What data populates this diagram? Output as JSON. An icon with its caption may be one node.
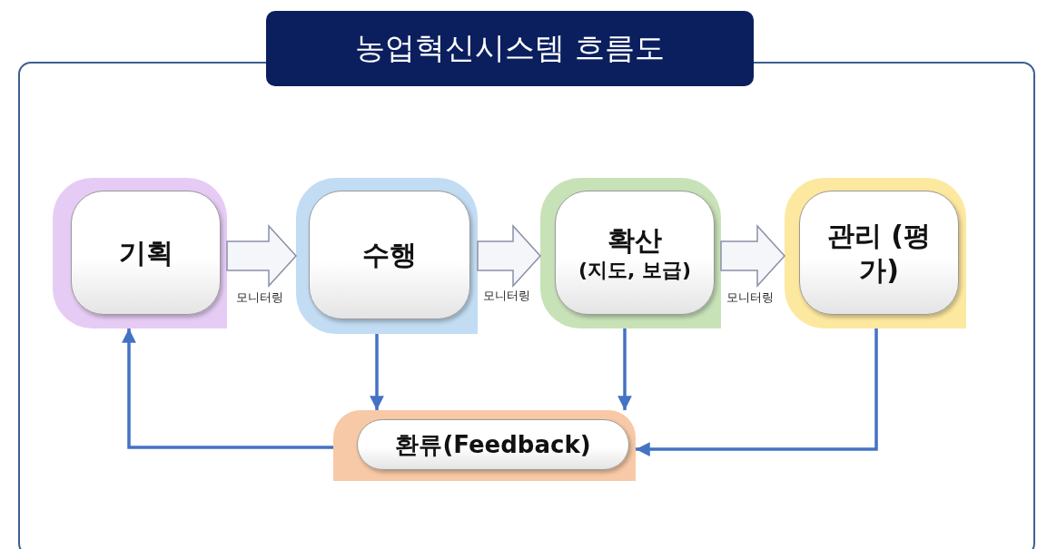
{
  "diagram": {
    "title": "농업혁신시스템 흐름도",
    "nodes": [
      {
        "text": [
          "기획"
        ]
      },
      {
        "text": [
          "수행"
        ]
      },
      {
        "text": [
          "확산",
          "(지도, 보급)"
        ]
      },
      {
        "text": [
          "관리 (평가)"
        ]
      },
      {
        "text": [
          "환류(Feedback)"
        ]
      }
    ],
    "edges": [
      {
        "from": 0,
        "to": 1,
        "arrow": "to",
        "label": "모니터링",
        "style": "thick",
        "color": "#8a90a8"
      },
      {
        "from": 1,
        "to": 2,
        "arrow": "to",
        "label": "모니터링",
        "style": "thick",
        "color": "#8a90a8"
      },
      {
        "from": 2,
        "to": 3,
        "arrow": "to",
        "label": "모니터링",
        "style": "thick",
        "color": "#8a90a8"
      },
      {
        "from": 1,
        "to": 4,
        "arrow": "to"
      },
      {
        "from": 2,
        "to": 4,
        "arrow": "to"
      },
      {
        "from": 3,
        "to": 4,
        "arrow": "to"
      },
      {
        "from": 4,
        "to": 0,
        "arrow": "to"
      }
    ]
  }
}
